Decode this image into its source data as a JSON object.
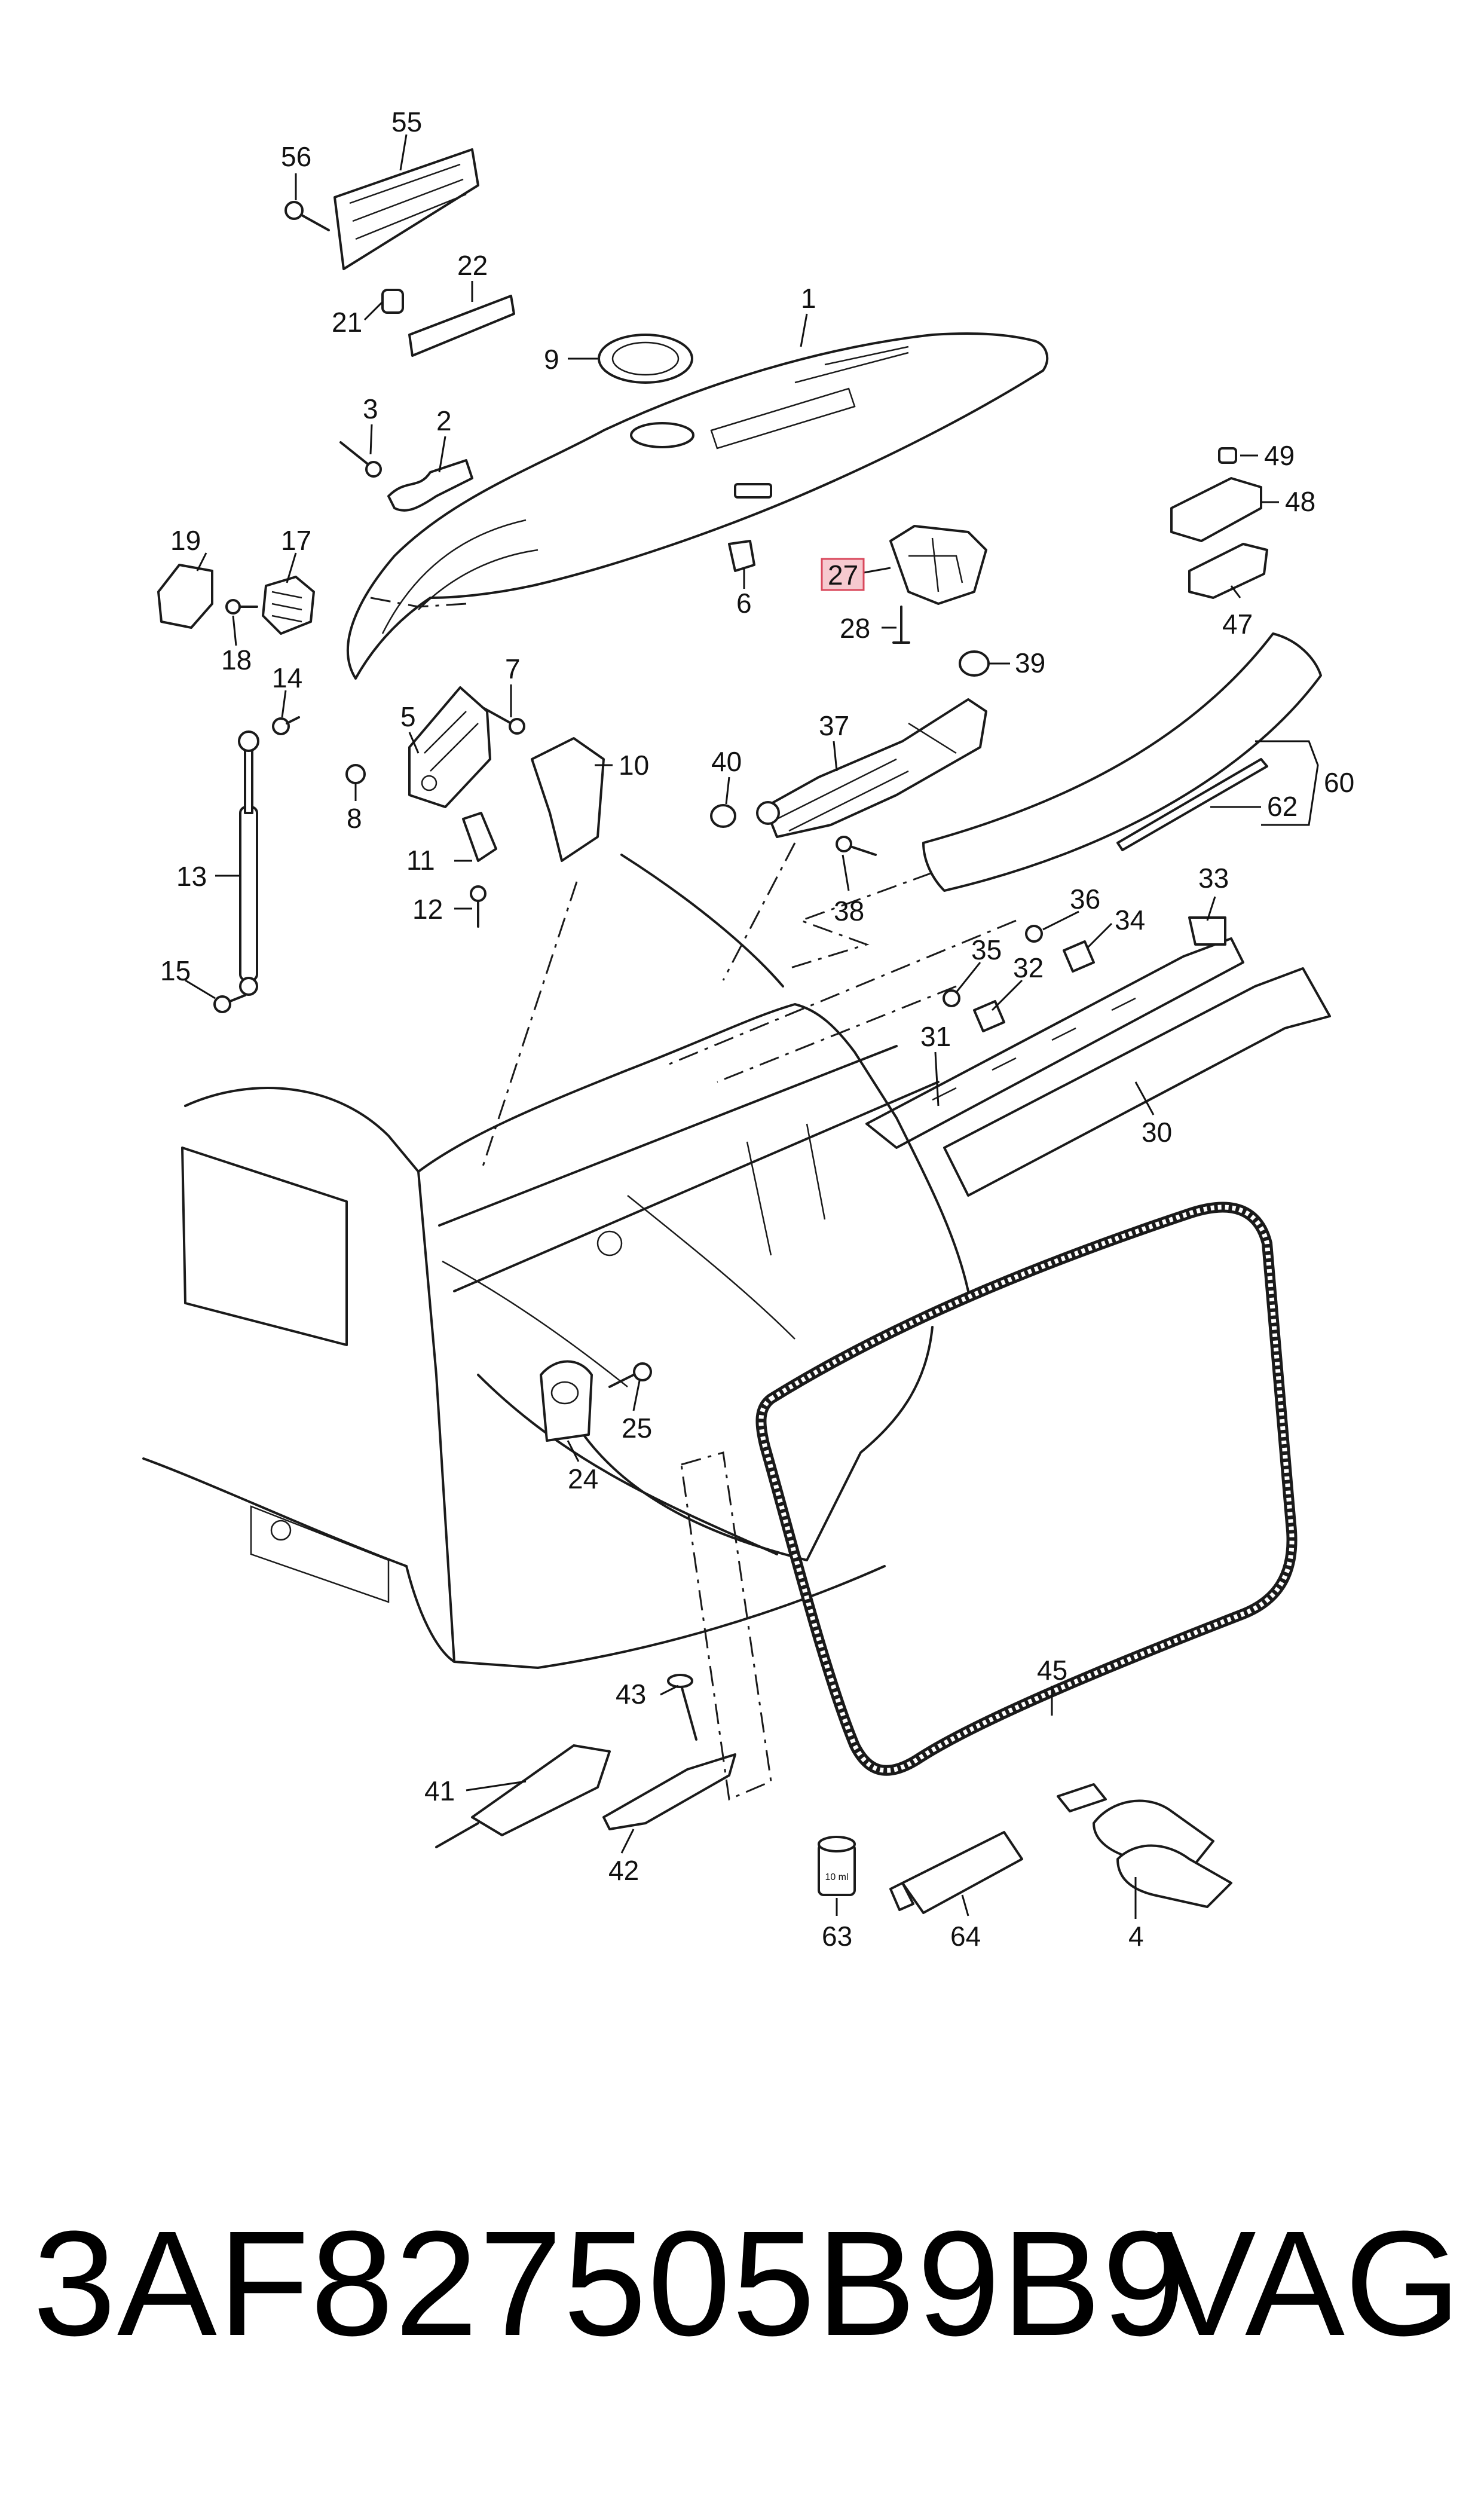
{
  "labels": {
    "p1": "1",
    "p2": "2",
    "p3": "3",
    "p4": "4",
    "p5": "5",
    "p6": "6",
    "p7": "7",
    "p8": "8",
    "p9": "9",
    "p10": "10",
    "p11": "11",
    "p12": "12",
    "p13": "13",
    "p14": "14",
    "p15": "15",
    "p17": "17",
    "p18": "18",
    "p19": "19",
    "p21": "21",
    "p22": "22",
    "p24": "24",
    "p25": "25",
    "p27": "27",
    "p28": "28",
    "p30": "30",
    "p31": "31",
    "p32": "32",
    "p33": "33",
    "p34": "34",
    "p35": "35",
    "p36": "36",
    "p37": "37",
    "p38": "38",
    "p39": "39",
    "p40": "40",
    "p41": "41",
    "p42": "42",
    "p43": "43",
    "p45": "45",
    "p47": "47",
    "p48": "48",
    "p49": "49",
    "p55": "55",
    "p56": "56",
    "p60": "60",
    "p62": "62",
    "p63": "63",
    "p64": "64"
  },
  "tube_63_text": "10 ml",
  "highlighted_part": "27",
  "highlight_color": "#f6c9cf",
  "footer": {
    "part_number": "3AF827505B9B9",
    "brand": "VAG"
  }
}
